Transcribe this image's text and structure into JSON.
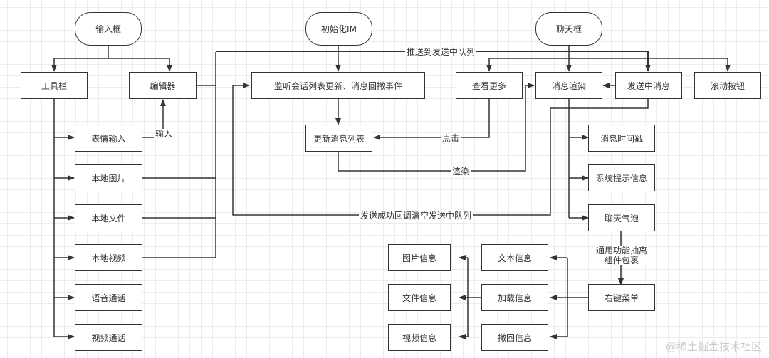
{
  "diagram": {
    "roots": {
      "input_box": "输入框",
      "init_im": "初始化IM",
      "chat_box": "聊天框"
    },
    "input_branch": {
      "toolbar": "工具栏",
      "editor": "编辑器",
      "toolbar_items": [
        "表情输入",
        "本地图片",
        "本地文件",
        "本地视频",
        "语音通话",
        "视频通话"
      ]
    },
    "im_branch": {
      "listen": "监听会话列表更新、消息回撤事件",
      "update_list": "更新消息列表"
    },
    "chat_branch": {
      "view_more": "查看更多",
      "render": "消息渲染",
      "sending": "发送中消息",
      "scroll_btn": "滚动按钮",
      "render_items": [
        "消息时间戳",
        "系统提示信息",
        "聊天气泡"
      ],
      "context_menu": "右键菜单",
      "menu_items": [
        "文本信息",
        "加载信息",
        "撤回信息"
      ],
      "load_items": [
        "图片信息",
        "文件信息",
        "视频信息"
      ]
    },
    "edge_labels": {
      "input": "输入",
      "push_queue": "推送到发送中队列",
      "click": "点击",
      "render": "渲染",
      "success_cb": "发送成功回调清空发送中队列",
      "abstract_line1": "通用功能抽离",
      "abstract_line2": "组件包裹"
    }
  },
  "watermark": "@稀土掘金技术社区",
  "colors": {
    "line": "#333333",
    "grid": "#ececec"
  }
}
